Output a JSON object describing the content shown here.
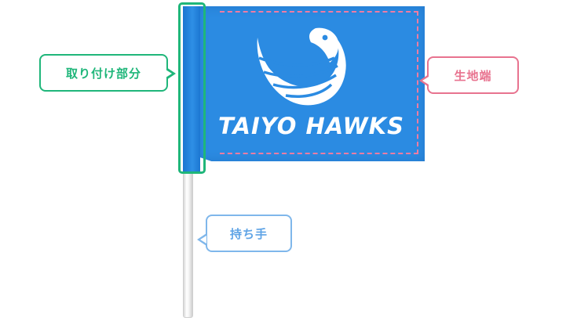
{
  "flag": {
    "team_name": "TAIYO HAWKS",
    "color": "#2b8be2",
    "logo_icon": "hawk-icon"
  },
  "callouts": {
    "attachment": {
      "label": "取り付け部分",
      "color": "#1fb67a"
    },
    "fabric_edge": {
      "label": "生地端",
      "color": "#e8738f"
    },
    "handle": {
      "label": "持ち手",
      "color": "#7fb7eb"
    }
  }
}
